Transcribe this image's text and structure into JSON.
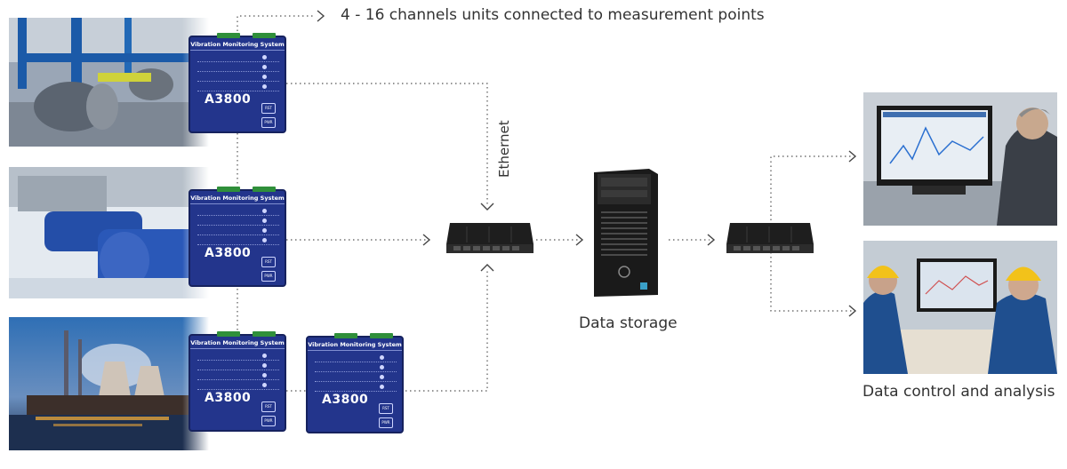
{
  "header_caption": "4 - 16 channels units connected to measurement points",
  "ethernet_label": "Ethernet",
  "storage_label": "Data storage",
  "analysis_label": "Data control and analysis",
  "device": {
    "title": "Vibration Monitoring System",
    "model": "A3800",
    "button_top": "RST",
    "button_bottom": "PWR"
  },
  "colors": {
    "device_blue": "#23358c",
    "connector_green": "#2f8f3a",
    "line": "#555555"
  }
}
